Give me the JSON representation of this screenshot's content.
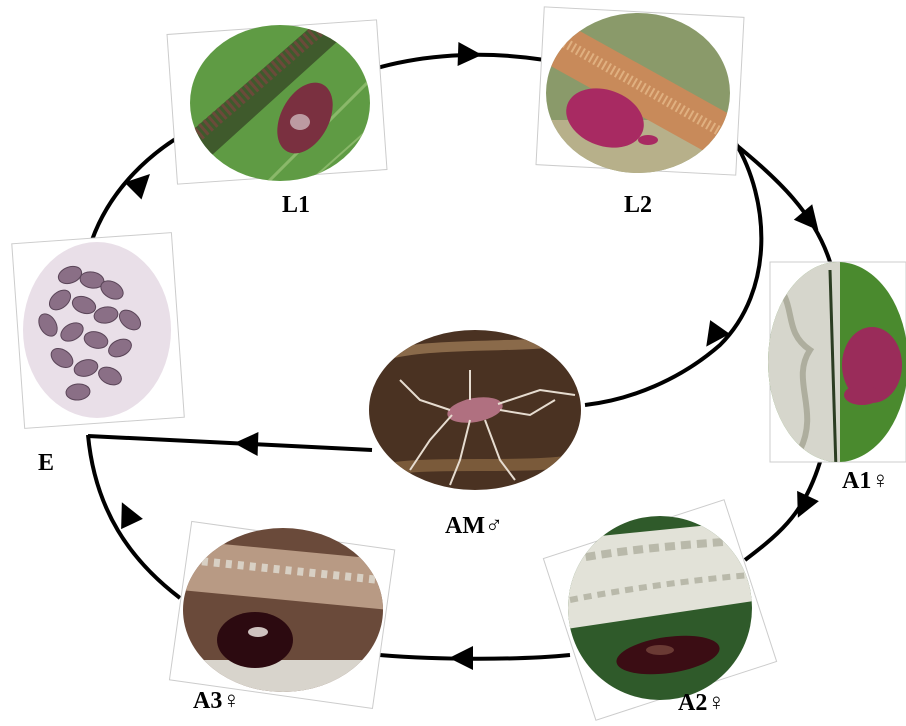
{
  "stages": {
    "L1": {
      "label": "L1"
    },
    "L2": {
      "label": "L2"
    },
    "A1": {
      "label": "A1",
      "symbol": "♀"
    },
    "A2": {
      "label": "A2",
      "symbol": "♀"
    },
    "A3": {
      "label": "A3",
      "symbol": "♀"
    },
    "AM": {
      "label": "AM",
      "symbol": "♂"
    },
    "E": {
      "label": "E"
    }
  },
  "colors": {
    "line": "#000000",
    "leaf_green": "#4f8a3a",
    "insect_red": "#a03055",
    "insect_dark": "#3b0d14",
    "wax_white": "#e8e6df",
    "egg_bg": "#e9dfe8",
    "egg": "#8a6f86"
  }
}
